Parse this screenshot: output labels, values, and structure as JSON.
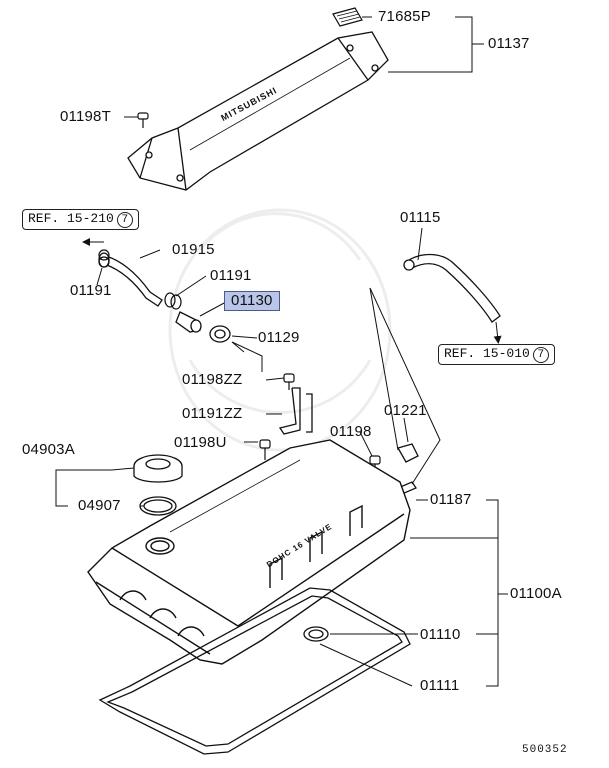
{
  "labels": {
    "p71685P": "71685P",
    "p01137": "01137",
    "p01198T": "01198T",
    "ref_left_text": "REF. 15-210",
    "ref_left_num": "7",
    "p01915": "01915",
    "p01191_left": "01191",
    "p01191_top": "01191",
    "p01130": "01130",
    "p01129": "01129",
    "p01115": "01115",
    "ref_right_text": "REF. 15-010",
    "ref_right_num": "7",
    "p01198ZZ": "01198ZZ",
    "p01191ZZ": "01191ZZ",
    "p01221": "01221",
    "p04903A": "04903A",
    "p01198U": "01198U",
    "p01198": "01198",
    "p04907": "04907",
    "p01187": "01187",
    "p01100A": "01100A",
    "p01110": "01110",
    "p01111": "01111",
    "doc_number": "500352"
  },
  "embossed_text": {
    "cover_brand": "MITSUBISHI",
    "head_cover": "DOHC 16 VALVE"
  },
  "highlight": {
    "part": "01130",
    "color": "#b9c6ea"
  }
}
